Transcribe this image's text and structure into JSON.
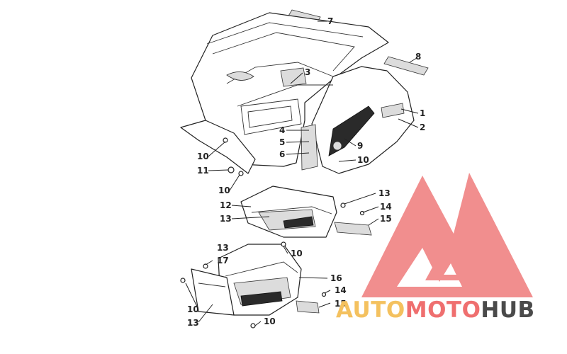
{
  "callouts": {
    "c1": "1",
    "c2": "2",
    "c3": "3",
    "c4": "4",
    "c5": "5",
    "c6": "6",
    "c7": "7",
    "c8": "8",
    "c9": "9",
    "c10a": "10",
    "c10b": "10",
    "c10c": "10",
    "c10d": "10",
    "c10e": "10",
    "c10f": "10",
    "c11": "11",
    "c12": "12",
    "c13a": "13",
    "c13b": "13",
    "c13c": "13",
    "c13d": "13",
    "c14a": "14",
    "c14b": "14",
    "c15a": "15",
    "c15b": "15",
    "c16": "16",
    "c17": "17"
  },
  "watermark": {
    "part1": "AUTO",
    "part2": "MOTO",
    "part3": "HUB",
    "colors": {
      "triangle": "#ef7b7b",
      "auto": "#f4c15f",
      "moto": "#ef6f6f",
      "hub": "#4a4a4a"
    }
  }
}
